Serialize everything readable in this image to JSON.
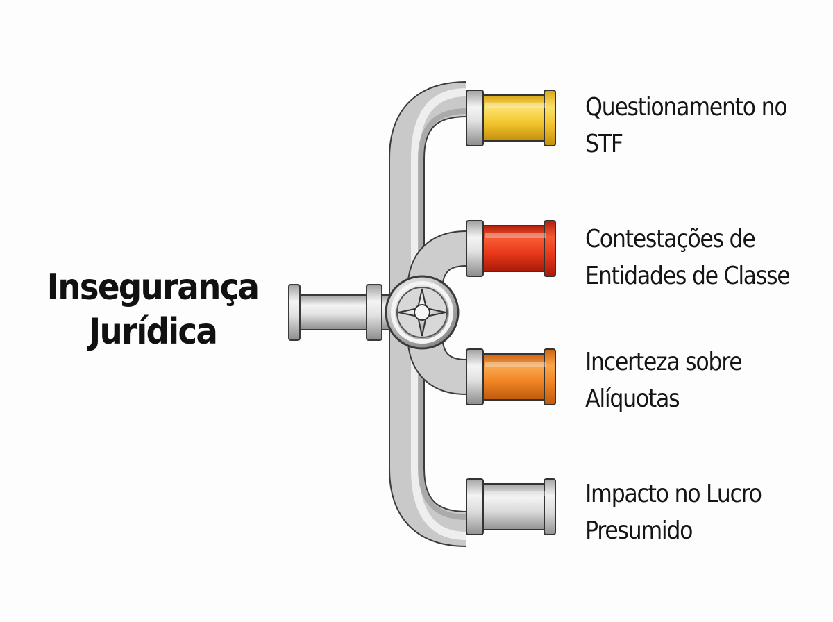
{
  "title_lines": [
    "Insegurança",
    "Jurídica"
  ],
  "branches": [
    {
      "lines": [
        "Questionamento no",
        "STF"
      ],
      "color": "#f3c630"
    },
    {
      "lines": [
        "Contestações de",
        "Entidades de Classe"
      ],
      "color": "#e8391b"
    },
    {
      "lines": [
        "Incerteza sobre",
        "Alíquotas"
      ],
      "color": "#f08424"
    },
    {
      "lines": [
        "Impacto no Lucro",
        "Presumido"
      ],
      "color": "#d6d6d6"
    }
  ],
  "colors": {
    "pipe": "#c8c8c8",
    "valve": "#bdbdbd"
  },
  "icons": [
    "valve-icon"
  ]
}
